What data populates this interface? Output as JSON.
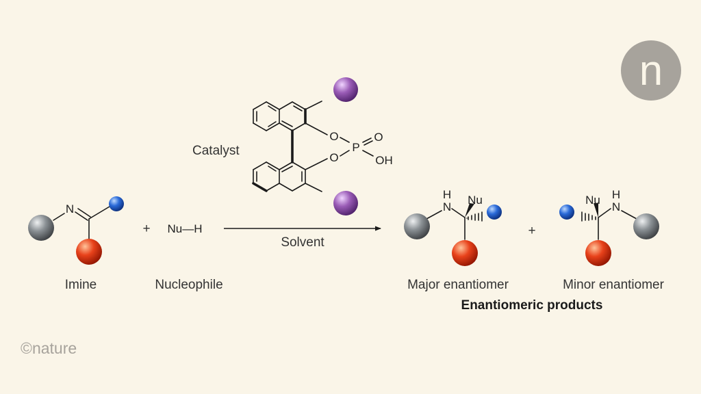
{
  "labels": {
    "catalyst": "Catalyst",
    "solvent": "Solvent",
    "imine": "Imine",
    "nucleophile": "Nucleophile",
    "major": "Major enantiomer",
    "minor": "Minor enantiomer",
    "products": "Enantiomeric products",
    "plus": "+"
  },
  "atoms": {
    "N": "N",
    "H": "H",
    "Nu": "Nu",
    "NuH": "Nu—H",
    "O": "O",
    "P": "P",
    "OH": "OH"
  },
  "branding": {
    "logo_letter": "n",
    "watermark": "©nature"
  },
  "colors": {
    "background": "#faf5e8",
    "grey_atom": "#6f7478",
    "red_atom": "#d42e12",
    "blue_atom": "#1f5fc8",
    "purple_atom": "#8e52a8",
    "logo": "#a7a39c"
  }
}
